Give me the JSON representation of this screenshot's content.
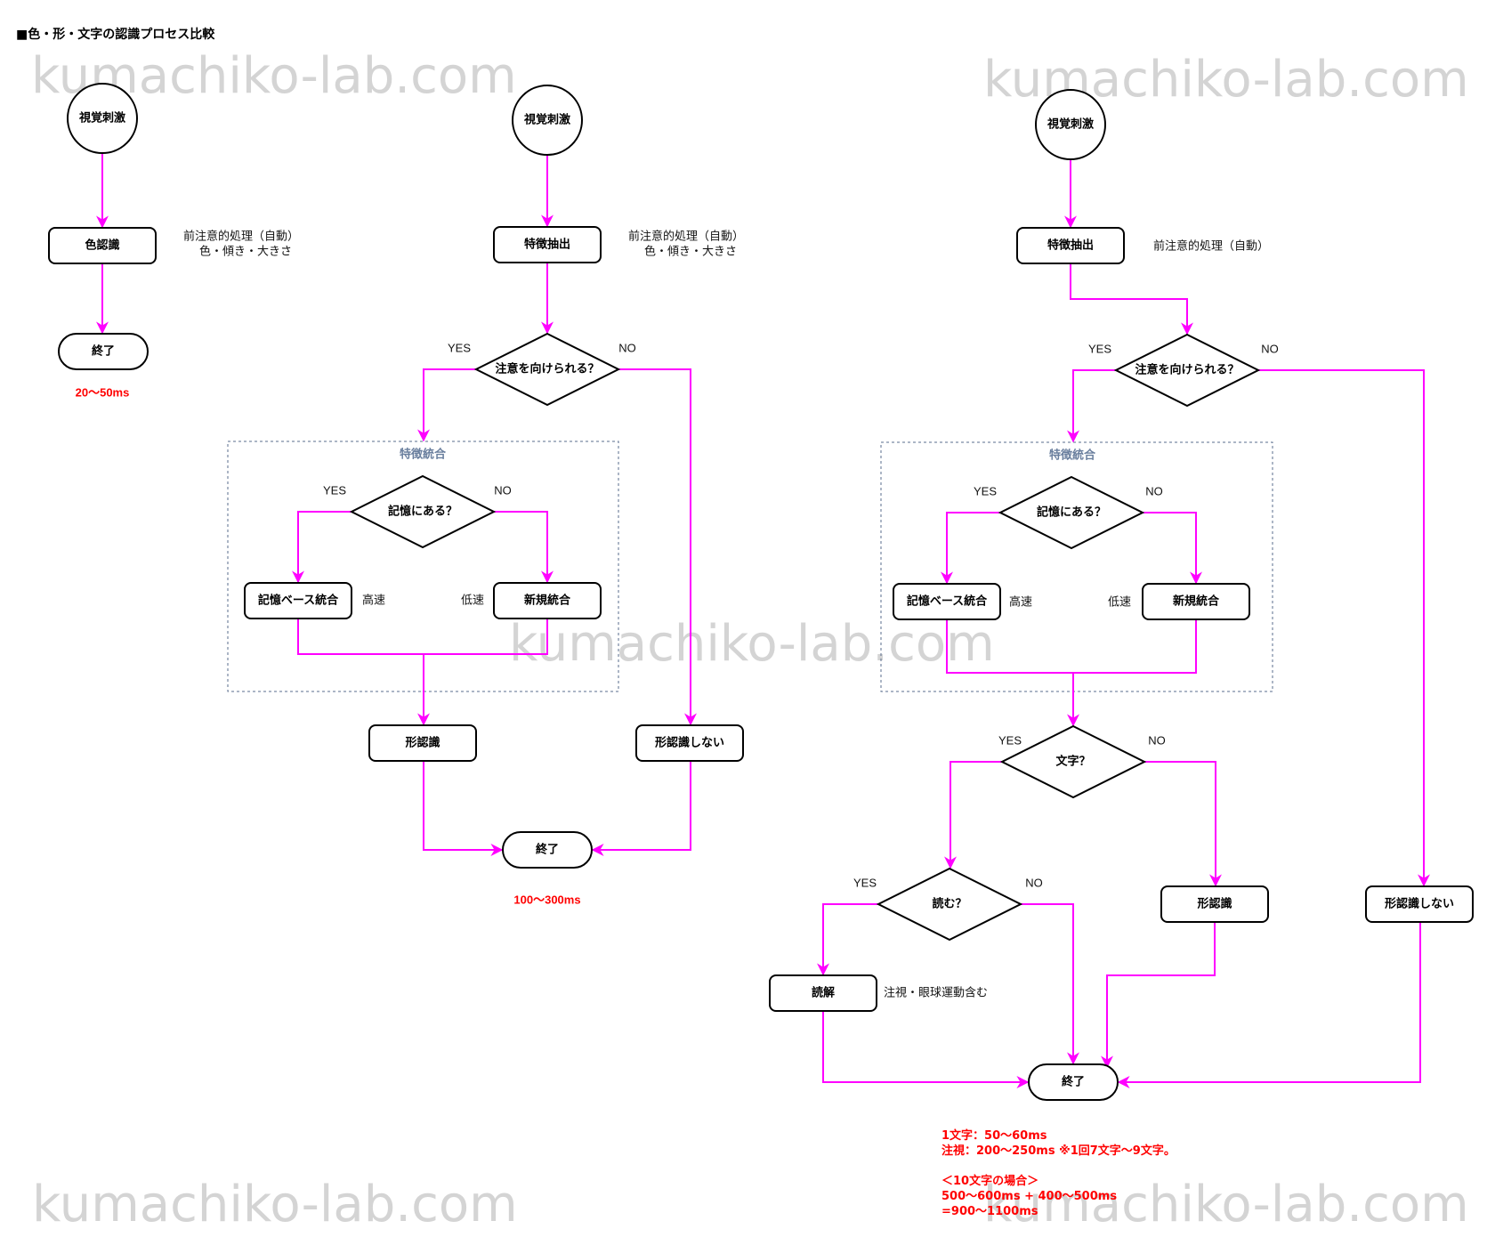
{
  "title": "■色・形・文字の認識プロセス比較",
  "watermark": "kumachiko-lab.com",
  "colors": {
    "edge": "#ff00ff",
    "timing": "#ff0000",
    "group_label": "#6a7f9e",
    "watermark": "#d4d4d4"
  },
  "labels": {
    "yes": "YES",
    "no": "NO"
  },
  "color_flow": {
    "start": "視覚刺激",
    "process": "色認識",
    "annotation_line1": "前注意的処理（自動）",
    "annotation_line2": "色・傾き・大きさ",
    "end": "終了",
    "timing": "20〜50ms"
  },
  "shape_flow": {
    "start": "視覚刺激",
    "extract": "特徴抽出",
    "annotation_line1": "前注意的処理（自動）",
    "annotation_line2": "色・傾き・大きさ",
    "attention_decision": "注意を向けられる？",
    "group_label": "特徴統合",
    "memory_decision": "記憶にある？",
    "memory_based": "記憶ベース統合",
    "fast": "高速",
    "slow": "低速",
    "new_integration": "新規統合",
    "shape_recognition": "形認識",
    "no_shape_recognition": "形認識しない",
    "end": "終了",
    "timing": "100〜300ms"
  },
  "text_flow": {
    "start": "視覚刺激",
    "extract": "特徴抽出",
    "annotation": "前注意的処理（自動）",
    "attention_decision": "注意を向けられる？",
    "group_label": "特徴統合",
    "memory_decision": "記憶にある？",
    "memory_based": "記憶ベース統合",
    "fast": "高速",
    "slow": "低速",
    "new_integration": "新規統合",
    "char_decision": "文字？",
    "read_decision": "読む？",
    "reading": "読解",
    "reading_note": "注視・眼球運動含む",
    "shape_recognition": "形認識",
    "no_shape_recognition": "形認識しない",
    "end": "終了",
    "notes": [
      "1文字：50〜60ms",
      "注視：200〜250ms ※1回7文字〜9文字。",
      "",
      "＜10文字の場合＞",
      "500〜600ms + 400〜500ms",
      "=900〜1100ms"
    ]
  }
}
